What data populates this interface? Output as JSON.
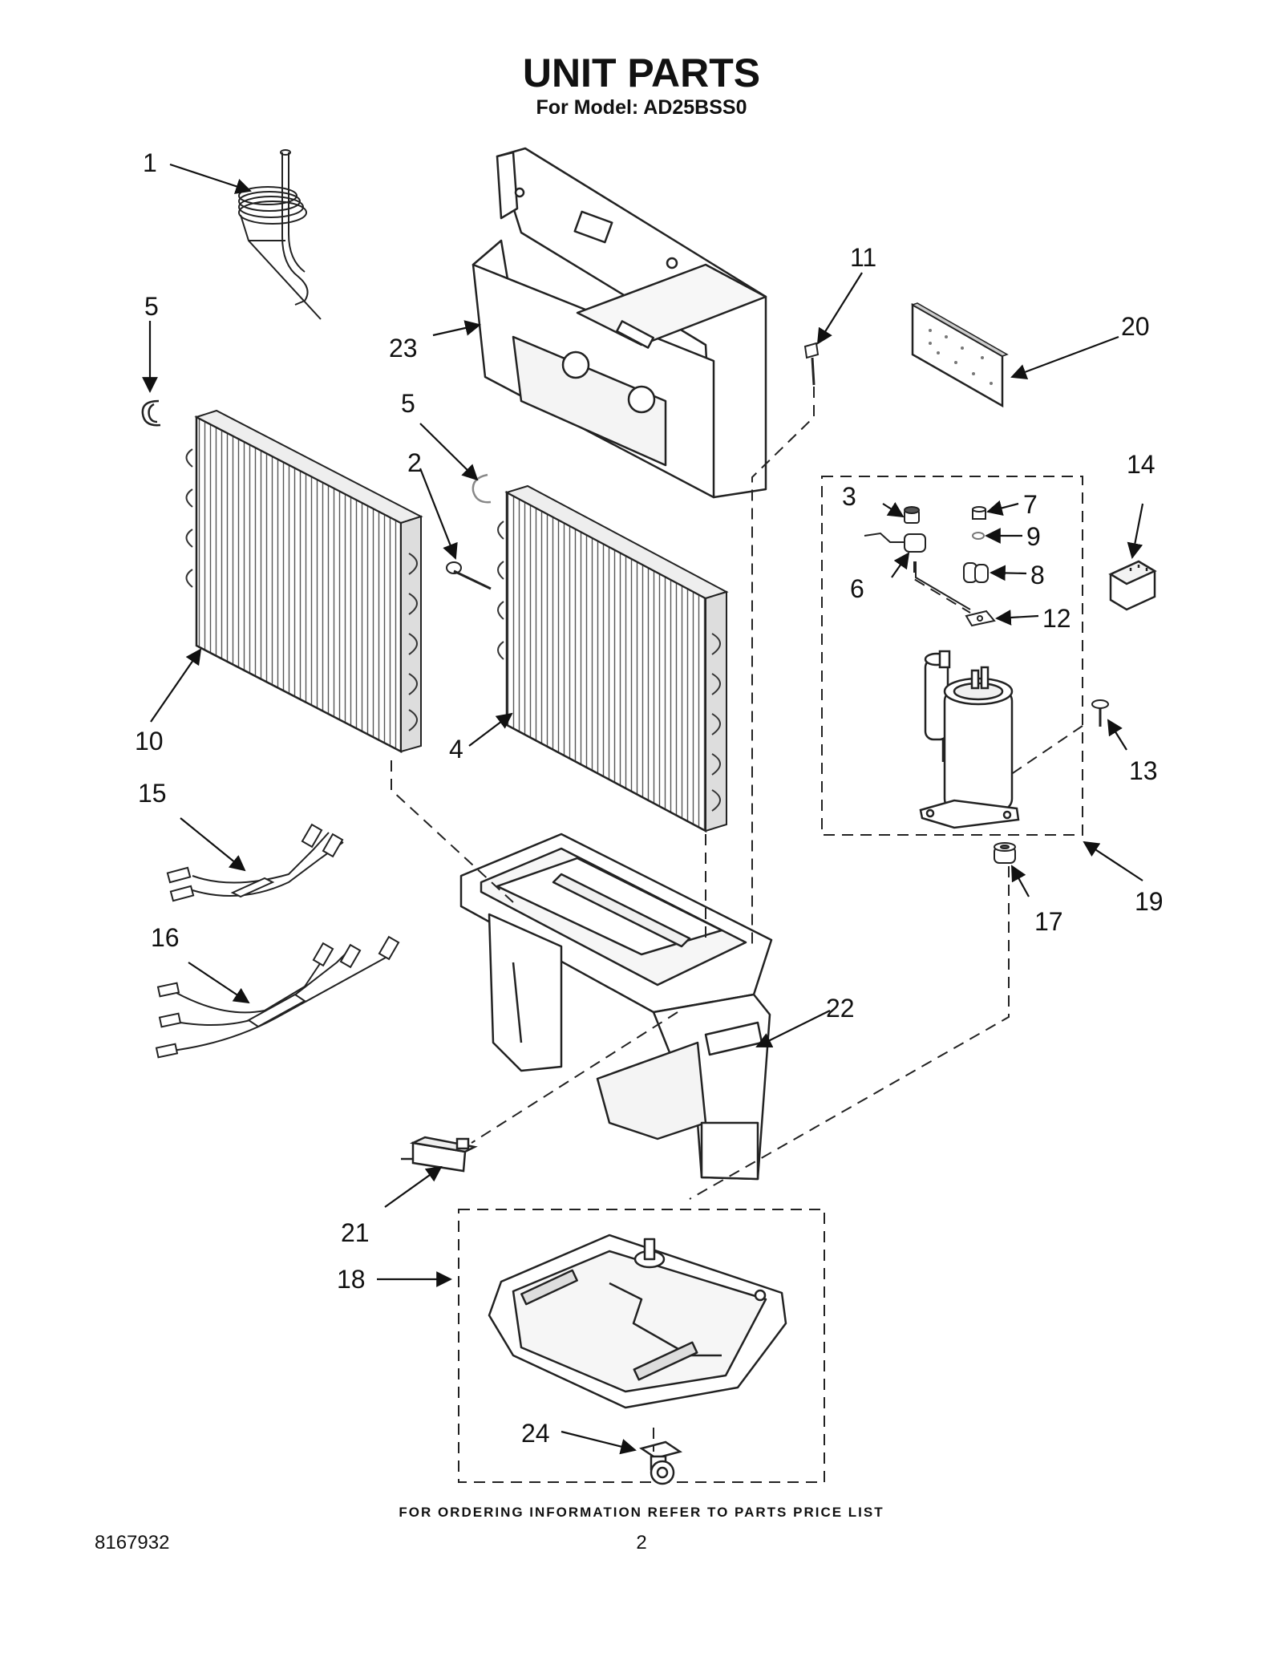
{
  "header": {
    "title": "UNIT PARTS",
    "subtitle": "For Model: AD25BSS0"
  },
  "callouts": {
    "c1": "1",
    "c2": "2",
    "c3": "3",
    "c4": "4",
    "c5a": "5",
    "c5b": "5",
    "c6": "6",
    "c7": "7",
    "c8": "8",
    "c9": "9",
    "c10": "10",
    "c11": "11",
    "c12": "12",
    "c13": "13",
    "c14": "14",
    "c15": "15",
    "c16": "16",
    "c17": "17",
    "c18": "18",
    "c19": "19",
    "c20": "20",
    "c21": "21",
    "c22": "22",
    "c23": "23",
    "c24": "24"
  },
  "footer": {
    "note": "FOR ORDERING INFORMATION REFER TO PARTS PRICE LIST",
    "doc_number": "8167932",
    "page": "2"
  }
}
